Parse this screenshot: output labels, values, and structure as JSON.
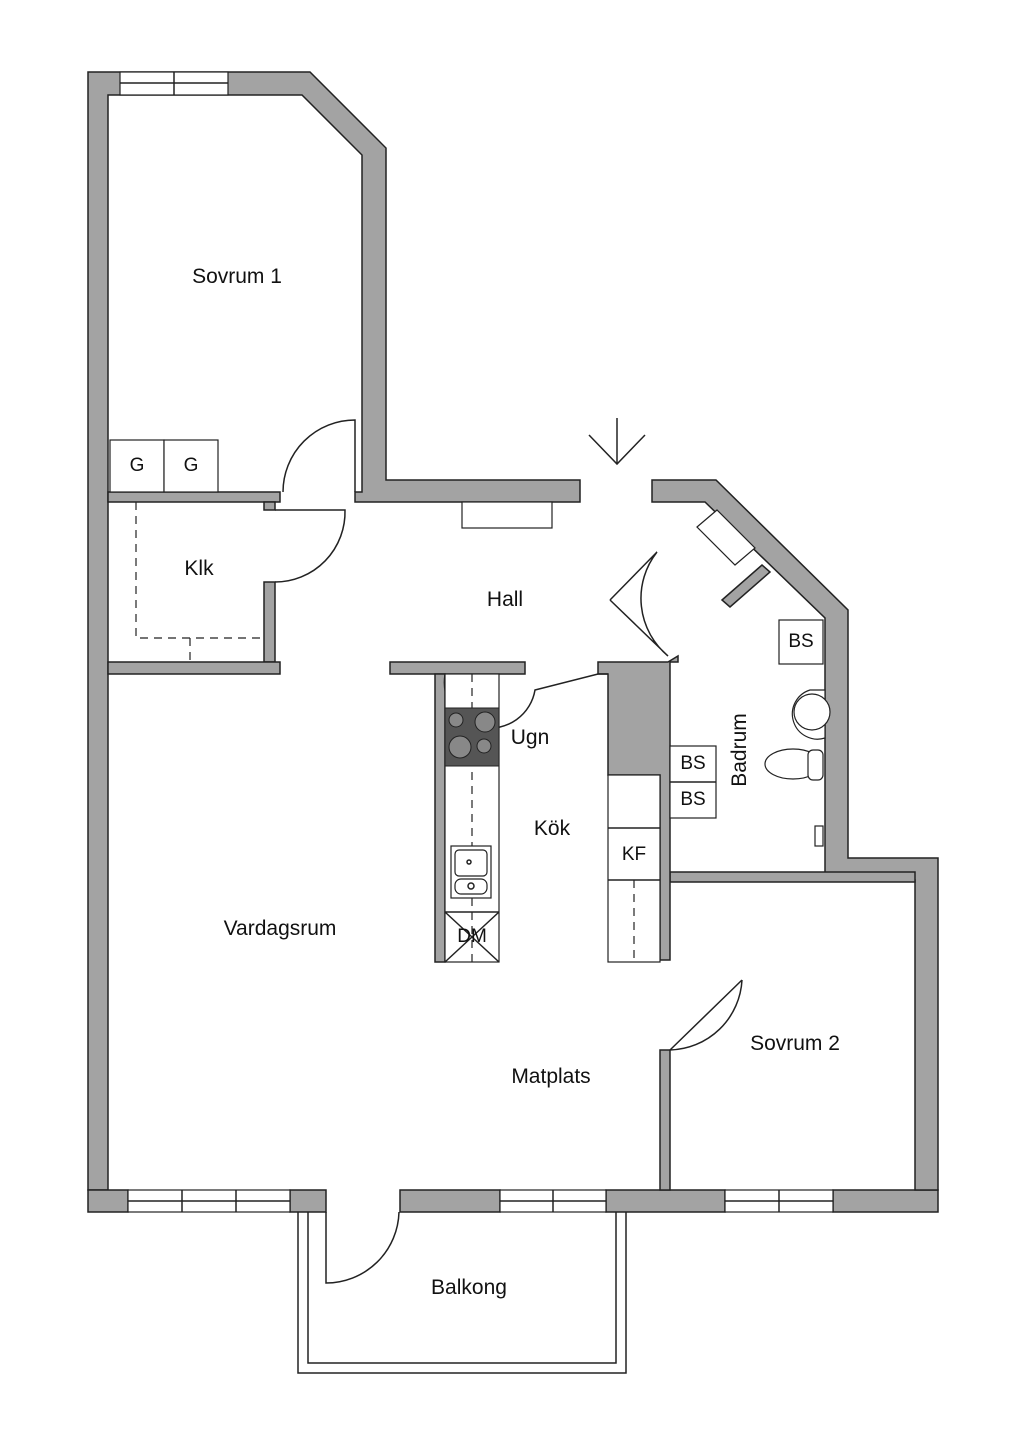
{
  "rooms": {
    "sovrum1": "Sovrum 1",
    "klk": "Klk",
    "hall": "Hall",
    "badrum": "Badrum",
    "ugn": "Ugn",
    "kok": "Kök",
    "vardagsrum": "Vardagsrum",
    "matplats": "Matplats",
    "sovrum2": "Sovrum 2",
    "balkong": "Balkong"
  },
  "fixtures": {
    "g1": "G",
    "g2": "G",
    "bs1": "BS",
    "bs2": "BS",
    "bs3": "BS",
    "kf": "KF",
    "dm": "DM"
  },
  "colors": {
    "wall": "#a3a3a3",
    "line": "#222222"
  }
}
